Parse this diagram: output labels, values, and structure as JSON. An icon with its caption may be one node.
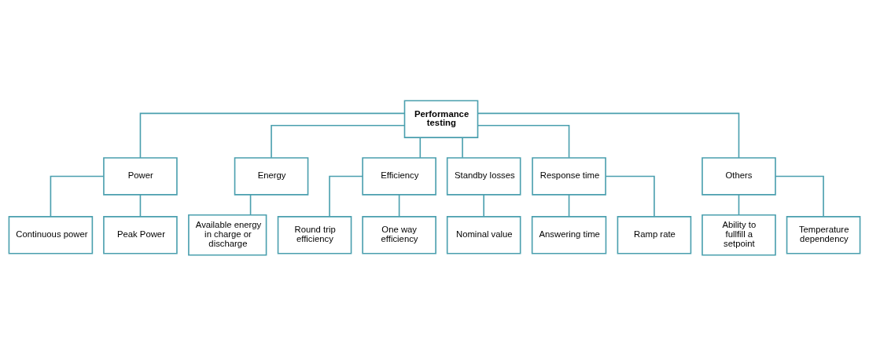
{
  "diagram": {
    "nodes": [
      {
        "text": [
          "Performance testing"
        ]
      },
      {
        "text": [
          "Power"
        ]
      },
      {
        "text": [
          "Energy"
        ]
      },
      {
        "text": [
          "Efficiency"
        ]
      },
      {
        "text": [
          "Standby losses"
        ]
      },
      {
        "text": [
          "Response time"
        ]
      },
      {
        "text": [
          "Others"
        ]
      },
      {
        "text": [
          "Continuous power"
        ]
      },
      {
        "text": [
          "Peak Power"
        ]
      },
      {
        "text": [
          "Available energy in charge or discharge"
        ]
      },
      {
        "text": [
          "Round trip efficiency"
        ]
      },
      {
        "text": [
          "One way efficiency"
        ]
      },
      {
        "text": [
          "Nominal value"
        ]
      },
      {
        "text": [
          "Answering time"
        ]
      },
      {
        "text": [
          "Ramp rate"
        ]
      },
      {
        "text": [
          "Ability to fullfill a setpoint"
        ]
      },
      {
        "text": [
          "Temperature dependency"
        ]
      }
    ],
    "edges": [
      {
        "from": 0,
        "to": 1,
        "arrow": "none"
      },
      {
        "from": 0,
        "to": 2,
        "arrow": "none"
      },
      {
        "from": 0,
        "to": 3,
        "arrow": "none"
      },
      {
        "from": 0,
        "to": 4,
        "arrow": "none"
      },
      {
        "from": 0,
        "to": 5,
        "arrow": "none"
      },
      {
        "from": 0,
        "to": 6,
        "arrow": "none"
      },
      {
        "from": 1,
        "to": 7,
        "arrow": "none"
      },
      {
        "from": 1,
        "to": 8,
        "arrow": "none"
      },
      {
        "from": 2,
        "to": 9,
        "arrow": "none"
      },
      {
        "from": 3,
        "to": 10,
        "arrow": "none"
      },
      {
        "from": 3,
        "to": 11,
        "arrow": "none"
      },
      {
        "from": 4,
        "to": 12,
        "arrow": "none"
      },
      {
        "from": 5,
        "to": 13,
        "arrow": "none"
      },
      {
        "from": 5,
        "to": 14,
        "arrow": "none"
      },
      {
        "from": 6,
        "to": 15,
        "arrow": "none"
      },
      {
        "from": 6,
        "to": 16,
        "arrow": "none"
      }
    ]
  }
}
